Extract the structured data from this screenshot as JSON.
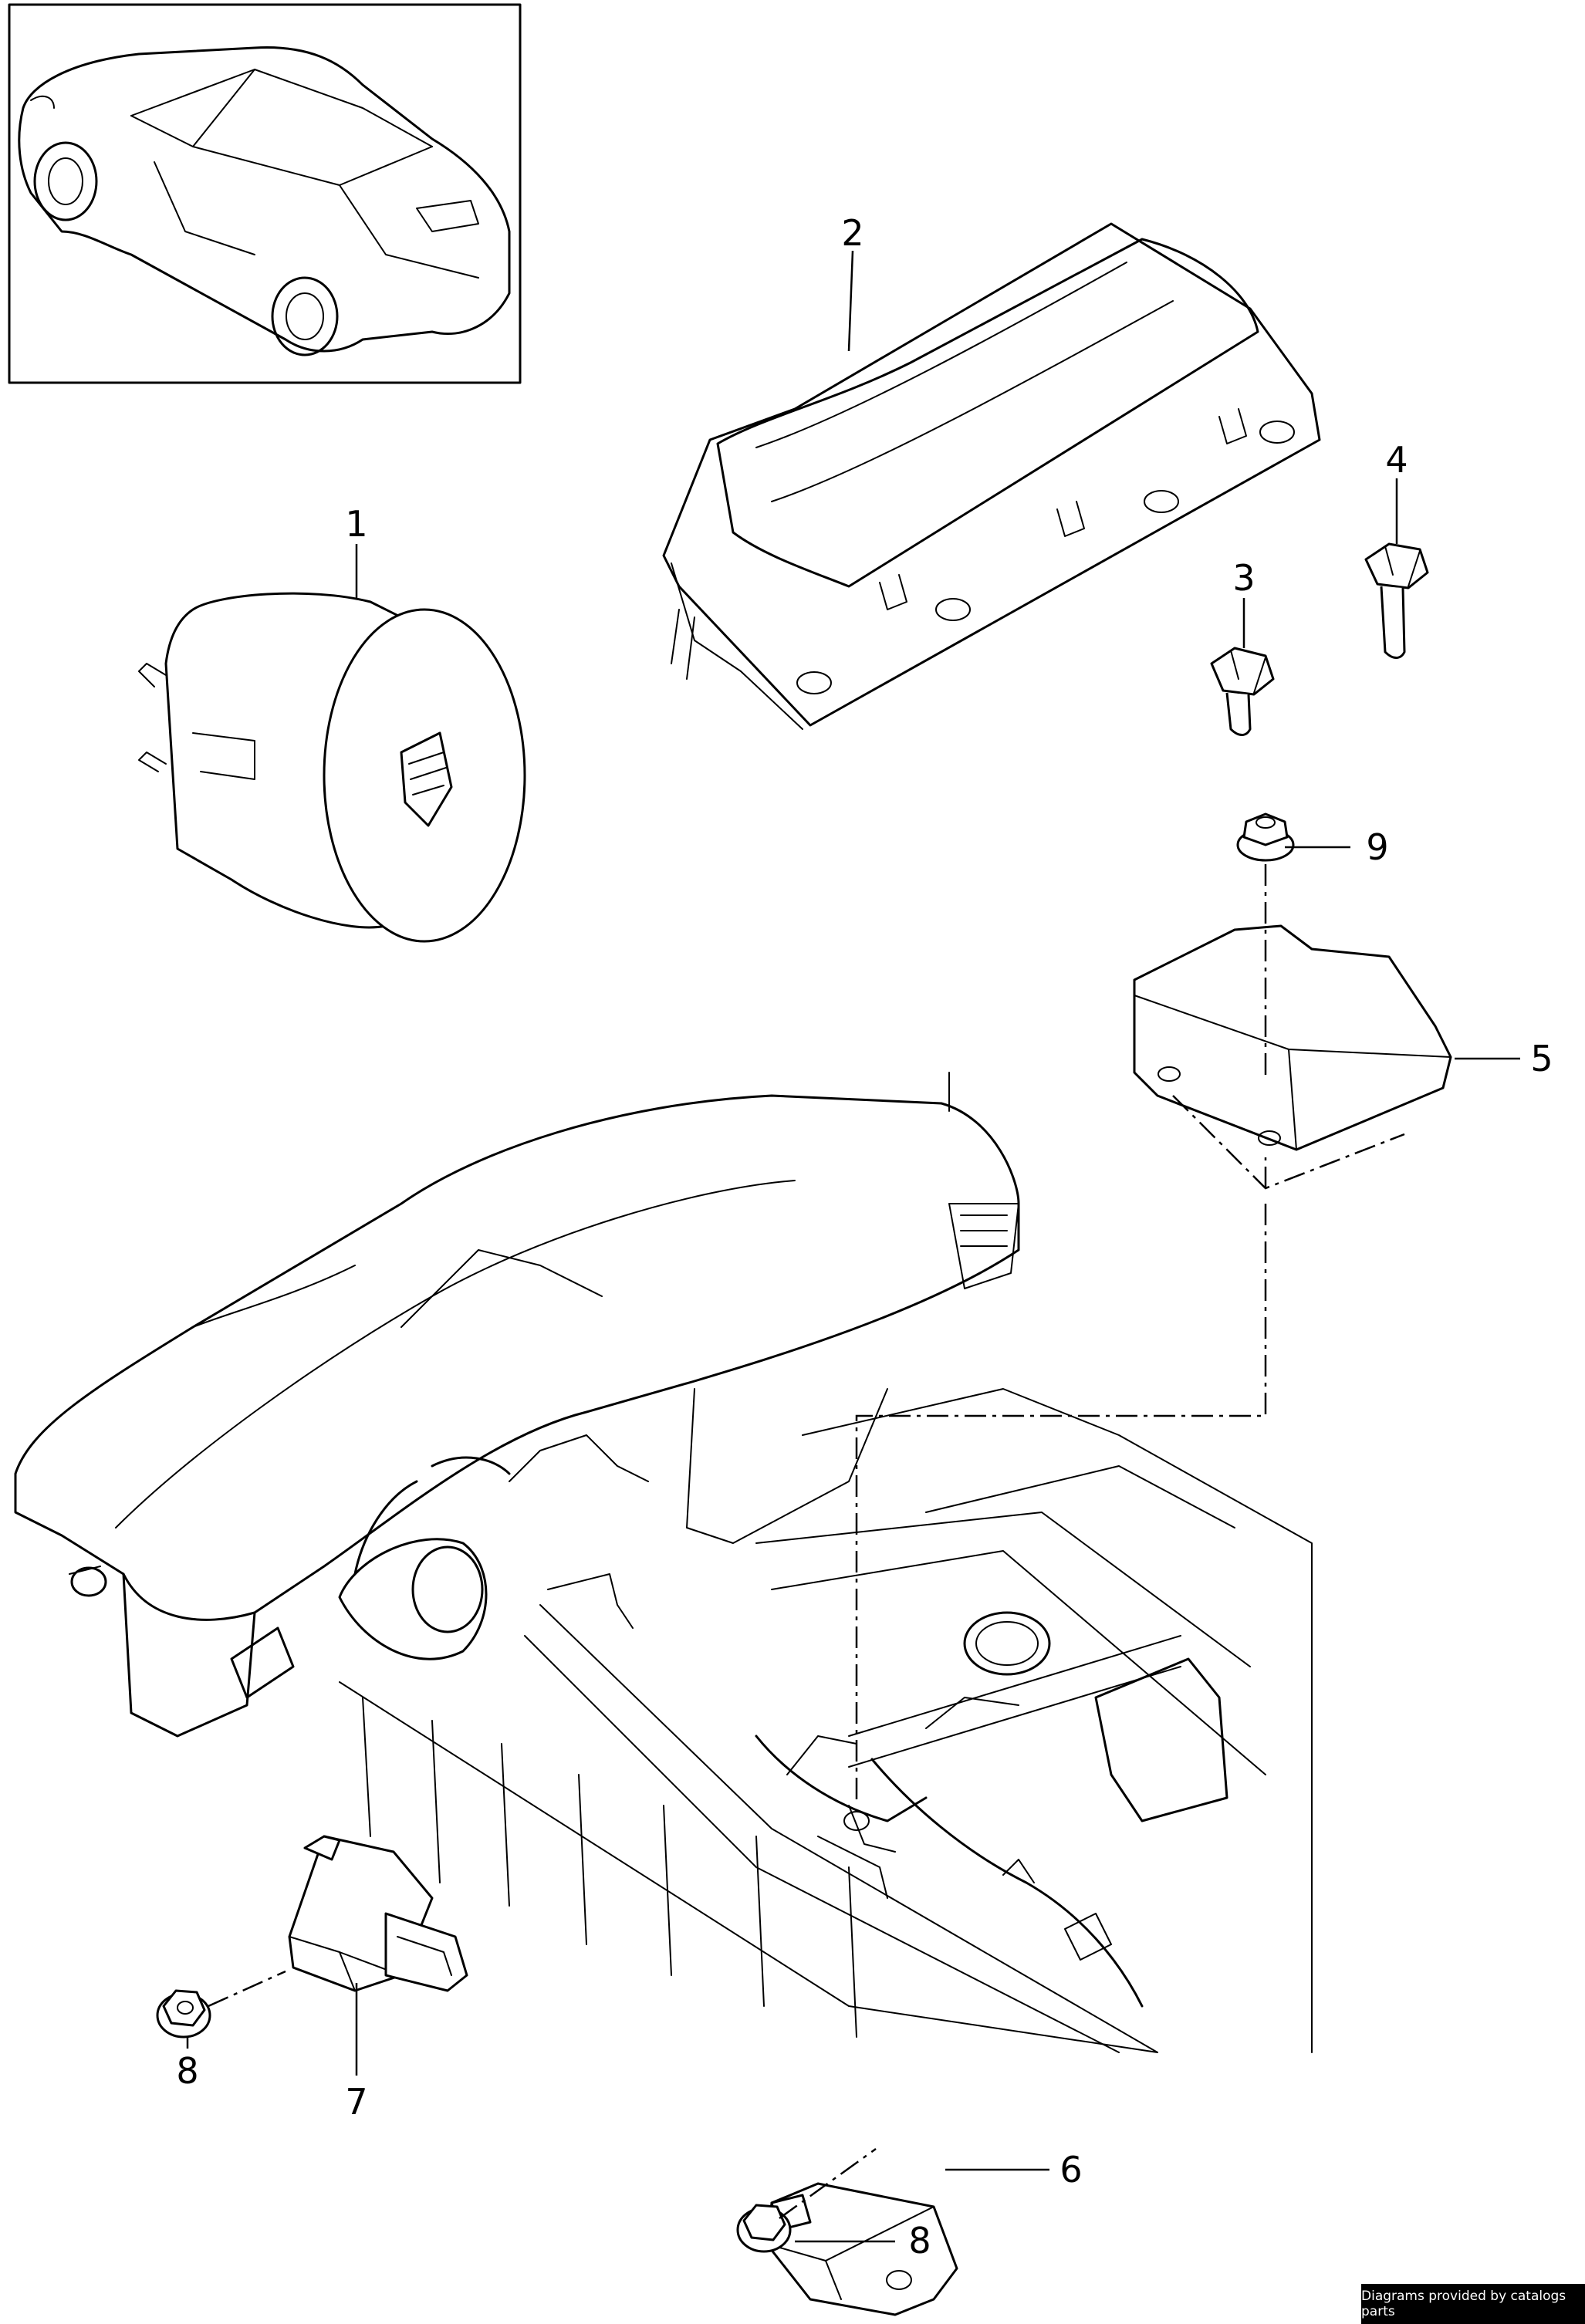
{
  "callouts": [
    {
      "id": "1",
      "label": "1"
    },
    {
      "id": "2",
      "label": "2"
    },
    {
      "id": "3",
      "label": "3"
    },
    {
      "id": "4",
      "label": "4"
    },
    {
      "id": "5",
      "label": "5"
    },
    {
      "id": "6",
      "label": "6"
    },
    {
      "id": "7",
      "label": "7"
    },
    {
      "id": "8a",
      "label": "8"
    },
    {
      "id": "8b",
      "label": "8"
    },
    {
      "id": "9",
      "label": "9"
    }
  ],
  "credit": "Diagrams provided by catalogs parts"
}
